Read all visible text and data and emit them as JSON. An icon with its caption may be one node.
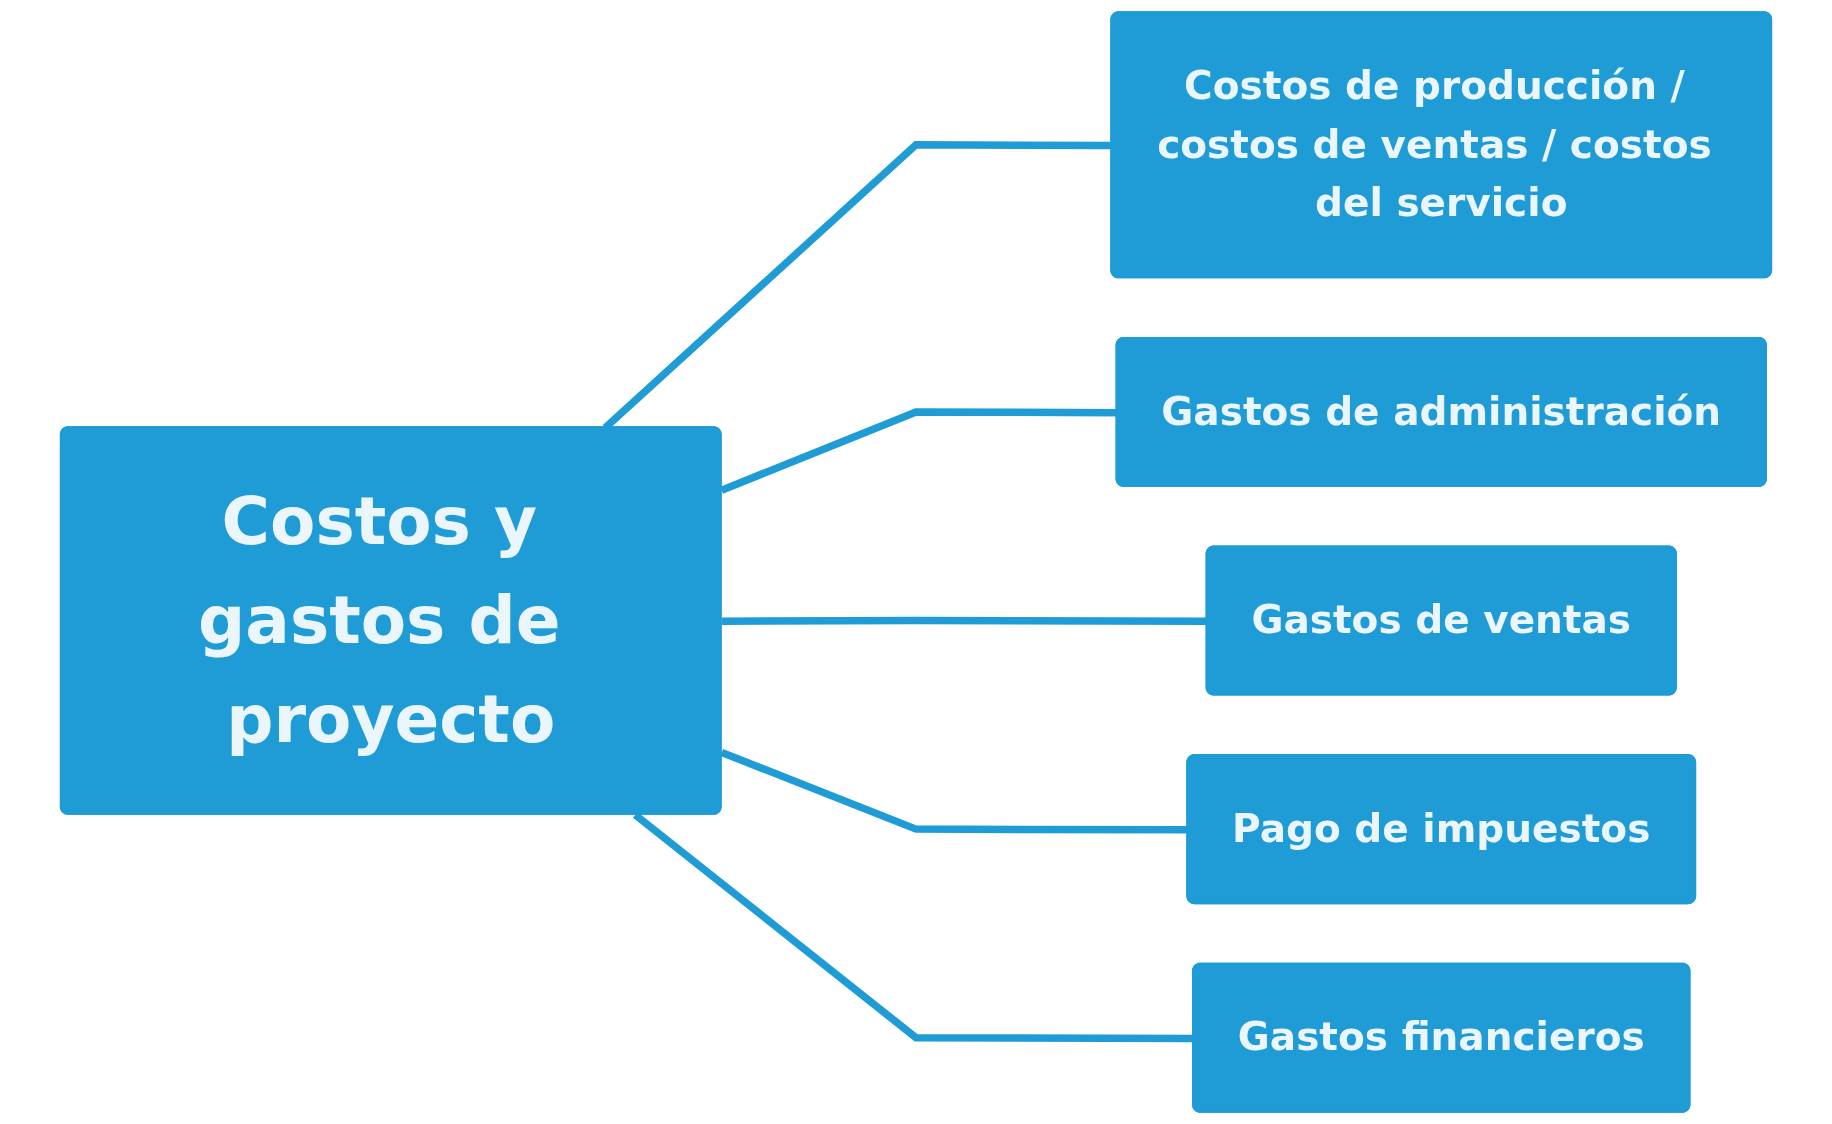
{
  "diagram": {
    "nodes": [
      {
        "text": [
          "Costos y gastos de proyecto"
        ]
      },
      {
        "text": [
          "Costos de producción / costos de ventas / costos del servicio"
        ]
      },
      {
        "text": [
          "Gastos de administración"
        ]
      },
      {
        "text": [
          "Gastos de ventas"
        ]
      },
      {
        "text": [
          "Pago de impuestos"
        ]
      },
      {
        "text": [
          "Gastos financieros"
        ]
      }
    ],
    "edges": [
      {
        "from": 0,
        "to": 1,
        "arrow": "none"
      },
      {
        "from": 0,
        "to": 2,
        "arrow": "none"
      },
      {
        "from": 0,
        "to": 3,
        "arrow": "none"
      },
      {
        "from": 0,
        "to": 4,
        "arrow": "none"
      },
      {
        "from": 0,
        "to": 5,
        "arrow": "none"
      }
    ]
  }
}
